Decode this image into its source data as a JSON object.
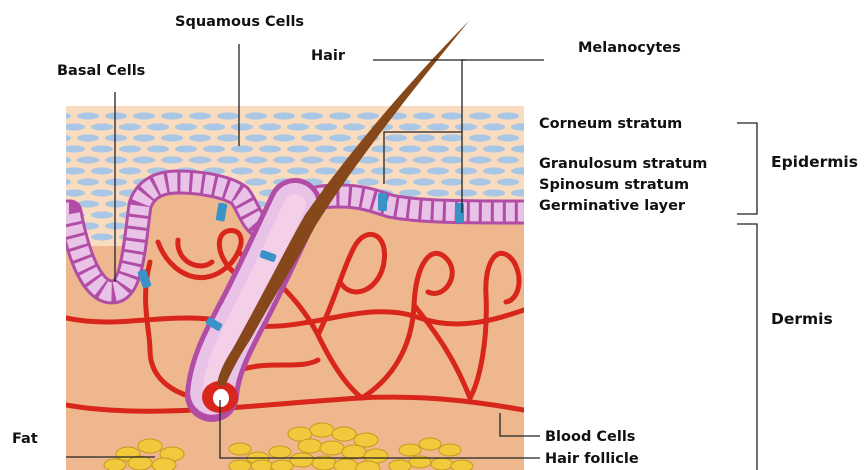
{
  "labels": {
    "squamous_cells": "Squamous Cells",
    "basal_cells": "Basal Cells",
    "hair": "Hair",
    "melanocytes": "Melanocytes",
    "corneum_stratum": "Corneum stratum",
    "granulosum_stratum": "Granulosum stratum",
    "spinosum_stratum": "Spinosum stratum",
    "germinative_layer": "Germinative layer",
    "epidermis": "Epidermis",
    "dermis": "Dermis",
    "fat": "Fat",
    "blood_cells": "Blood Cells",
    "hair_follicle": "Hair follicle"
  },
  "colors": {
    "stratum_corneum": "#f9dcc0",
    "dermis": "#efb78e",
    "squamous_cell": "#a9c6e4",
    "basal_layer": "#b24da6",
    "basal_cell": "#e9c2e8",
    "melanocyte": "#3a93c6",
    "blood_vessel": "#d8261c",
    "hair_shaft": "#86481a",
    "fat_cell": "#f0c93c"
  }
}
